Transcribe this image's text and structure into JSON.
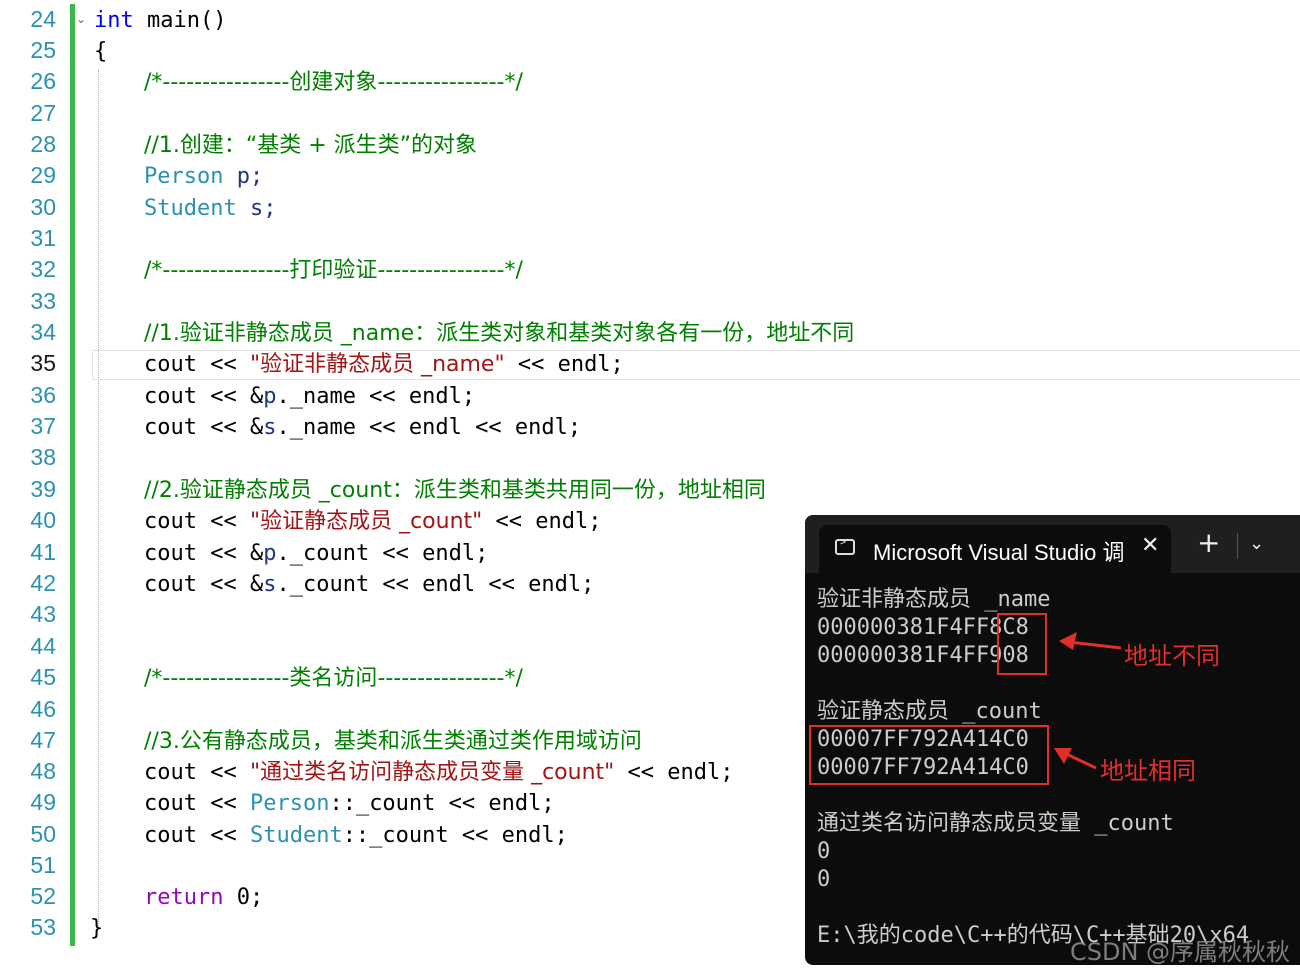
{
  "editor": {
    "line_numbers": [
      "24",
      "25",
      "26",
      "27",
      "28",
      "29",
      "30",
      "31",
      "32",
      "33",
      "34",
      "35",
      "36",
      "37",
      "38",
      "39",
      "40",
      "41",
      "42",
      "43",
      "44",
      "45",
      "46",
      "47",
      "48",
      "49",
      "50",
      "51",
      "52",
      "53"
    ],
    "current_line": "35",
    "code": {
      "l24_kw": "int",
      "l24_rest": " main()",
      "l25": "{",
      "l26": "/*----------------创建对象----------------*/",
      "l28": "//1.创建：“基类 + 派生类”的对象",
      "l29_type": "Person",
      "l29_rest": " p;",
      "l30_type": "Student",
      "l30_rest": " s;",
      "l32": "/*----------------打印验证----------------*/",
      "l34": "//1.验证非静态成员 _name：派生类对象和基类对象各有一份，地址不同",
      "l35_a": "cout << ",
      "l35_str": "\"验证非静态成员 _name\"",
      "l35_b": " << endl;",
      "l36_a": "cout << &",
      "l36_var": "p",
      "l36_b": "._name << endl;",
      "l37_a": "cout << &",
      "l37_var": "s",
      "l37_b": "._name << endl << endl;",
      "l39": "//2.验证静态成员 _count：派生类和基类共用同一份，地址相同",
      "l40_a": "cout << ",
      "l40_str": "\"验证静态成员 _count\"",
      "l40_b": " << endl;",
      "l41_a": "cout << &",
      "l41_var": "p",
      "l41_b": "._count << endl;",
      "l42_a": "cout << &",
      "l42_var": "s",
      "l42_b": "._count << endl << endl;",
      "l45": "/*----------------类名访问----------------*/",
      "l47": "//3.公有静态成员，基类和派生类通过类作用域访问",
      "l48_a": "cout << ",
      "l48_str": "\"通过类名访问静态成员变量 _count\"",
      "l48_b": " << endl;",
      "l49_a": "cout << ",
      "l49_type": "Person",
      "l49_b": "::_count << endl;",
      "l50_a": "cout << ",
      "l50_type": "Student",
      "l50_b": "::_count << endl;",
      "l52_kw": "return",
      "l52_rest": " 0;",
      "l53": "}"
    }
  },
  "terminal": {
    "tab_title": "Microsoft Visual Studio 调试控制台",
    "close_glyph": "✕",
    "new_tab_glyph": "+",
    "dropdown_glyph": "⌄",
    "lines": {
      "t1": "验证非静态成员 _name",
      "t2": "000000381F4FF8C8",
      "t3": "000000381F4FF908",
      "t4": "验证静态成员 _count",
      "t5": "00007FF792A414C0",
      "t6": "00007FF792A414C0",
      "t7": "通过类名访问静态成员变量 _count",
      "t8": "0",
      "t9": "0",
      "t10": "E:\\我的code\\C++的代码\\C++基础20\\x64"
    }
  },
  "annotations": {
    "different": "地址不同",
    "same": "地址相同",
    "color": "#e0302a"
  },
  "watermark": "CSDN @序属秋秋秋"
}
